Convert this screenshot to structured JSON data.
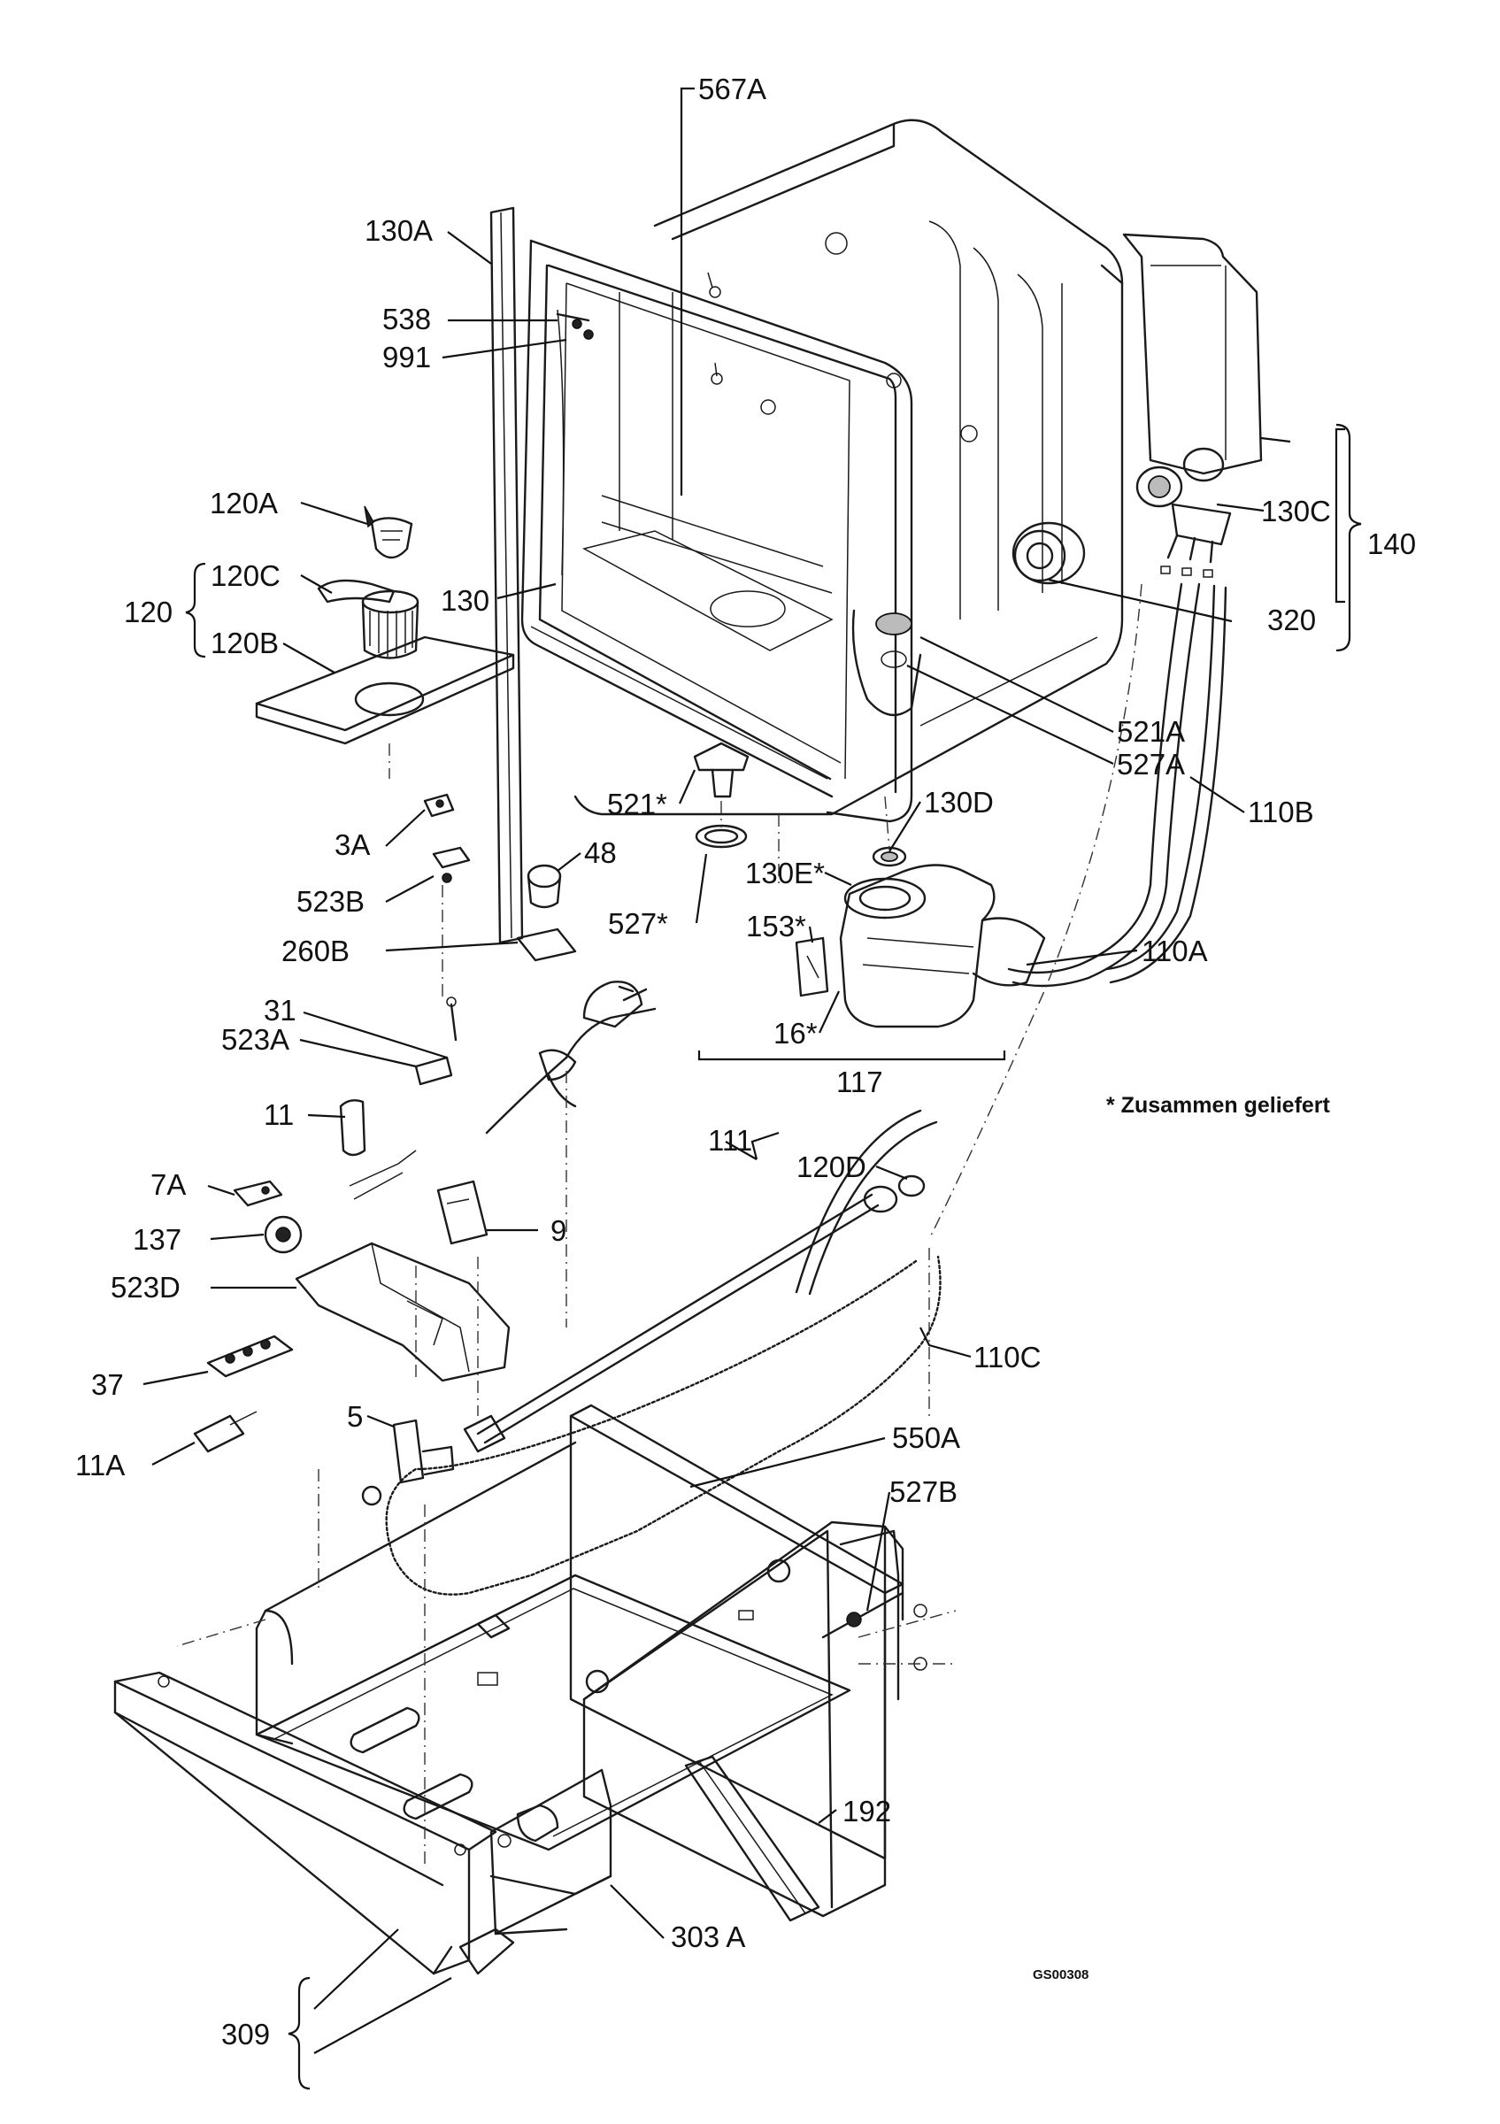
{
  "labels": {
    "l567A": "567A",
    "l130A": "130A",
    "l538": "538",
    "l991": "991",
    "l120A": "120A",
    "l120C": "120C",
    "l120": "120",
    "l120B": "120B",
    "l130": "130",
    "l130C": "130C",
    "l140": "140",
    "l320": "320",
    "l521A": "521A",
    "l527A": "527A",
    "l521s": "521*",
    "l130D": "130D",
    "l110B": "110B",
    "l3A": "3A",
    "l48": "48",
    "l523B": "523B",
    "l130Es": "130E*",
    "l527s": "527*",
    "l153s": "153*",
    "l110A": "110A",
    "l260B": "260B",
    "l31": "31",
    "l523A": "523A",
    "l16s": "16*",
    "l117": "117",
    "l11": "11",
    "l111": "111",
    "l120D": "120D",
    "l7A": "7A",
    "l137": "137",
    "l9": "9",
    "l523D": "523D",
    "l110C": "110C",
    "l37": "37",
    "l5": "5",
    "l550A": "550A",
    "l11A": "11A",
    "l527B": "527B",
    "l192": "192",
    "l303A": "303 A",
    "l309": "309"
  },
  "note": "* Zusammen geliefert",
  "drawing_code": "GS00308"
}
